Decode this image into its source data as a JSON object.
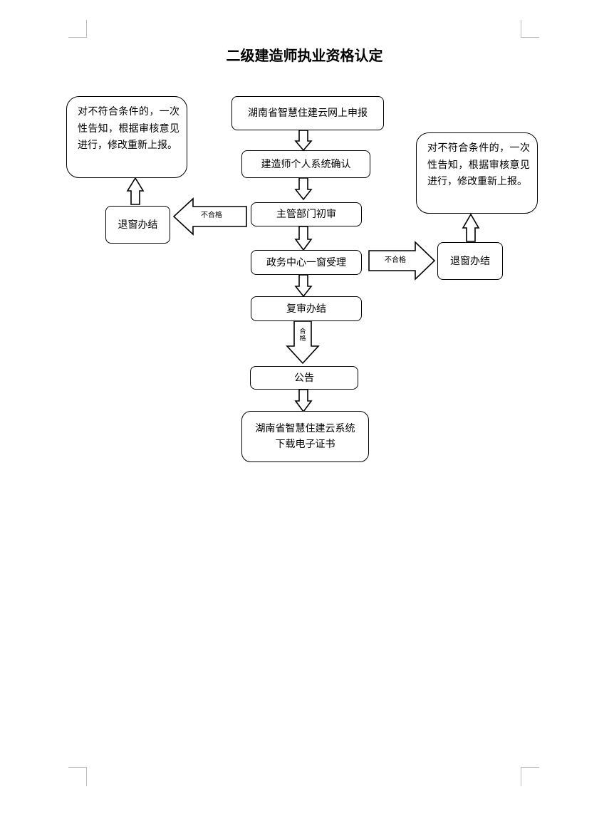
{
  "title": "二级建造师执业资格认定",
  "flow": {
    "step1": "湖南省智慧住建云网上申报",
    "step2": "建造师个人系统确认",
    "step3": "主管部门初审",
    "step4": "政务中心一窗受理",
    "step5": "复审办结",
    "step6": "公告",
    "step7": "湖南省智慧住建云系统下载电子证书"
  },
  "left_branch": {
    "arrow_label": "不合格",
    "result": "退窗办结",
    "note": "对不符合条件的，一次性告知，根据审核意见进行，修改重新上报。"
  },
  "right_branch": {
    "arrow_label": "不合格",
    "result": "退窗办结",
    "note": "对不符合条件的，一次性告知，根据审核意见进行，修改重新上报。"
  },
  "pass_label": "合格"
}
